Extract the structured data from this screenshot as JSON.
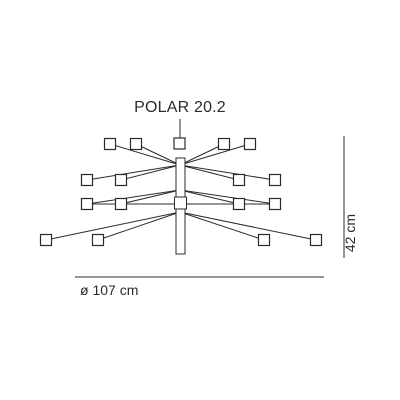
{
  "product": {
    "name": "POLAR 20.2"
  },
  "dimensions": {
    "diameter": "ø 107 cm",
    "height": "42 cm"
  },
  "colors": {
    "ink": "#2b2b2b",
    "background": "#ffffff"
  }
}
